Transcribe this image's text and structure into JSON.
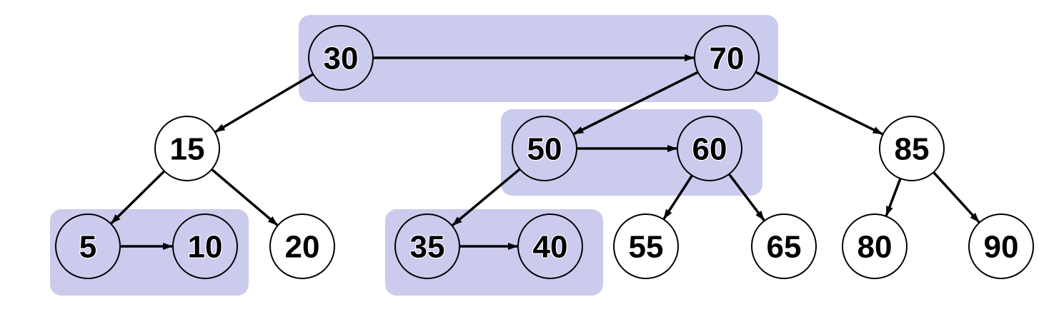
{
  "colors": {
    "group_fill": "#cbcbee",
    "node_fill_plain": "#ffffff",
    "node_fill_grouped": "#cbcbee",
    "edge": "#000000"
  },
  "nodes": [
    {
      "id": "n30",
      "label": "30",
      "grouped": true
    },
    {
      "id": "n70",
      "label": "70",
      "grouped": true
    },
    {
      "id": "n15",
      "label": "15",
      "grouped": false
    },
    {
      "id": "n50",
      "label": "50",
      "grouped": true
    },
    {
      "id": "n60",
      "label": "60",
      "grouped": true
    },
    {
      "id": "n85",
      "label": "85",
      "grouped": false
    },
    {
      "id": "n5",
      "label": "5",
      "grouped": true
    },
    {
      "id": "n10",
      "label": "10",
      "grouped": true
    },
    {
      "id": "n20",
      "label": "20",
      "grouped": false
    },
    {
      "id": "n35",
      "label": "35",
      "grouped": true
    },
    {
      "id": "n40",
      "label": "40",
      "grouped": true
    },
    {
      "id": "n55",
      "label": "55",
      "grouped": false
    },
    {
      "id": "n65",
      "label": "65",
      "grouped": false
    },
    {
      "id": "n80",
      "label": "80",
      "grouped": false
    },
    {
      "id": "n90",
      "label": "90",
      "grouped": false
    }
  ],
  "edges": [
    {
      "from": "n30",
      "to": "n70"
    },
    {
      "from": "n30",
      "to": "n15"
    },
    {
      "from": "n70",
      "to": "n50"
    },
    {
      "from": "n70",
      "to": "n85"
    },
    {
      "from": "n15",
      "to": "n5"
    },
    {
      "from": "n15",
      "to": "n20"
    },
    {
      "from": "n5",
      "to": "n10"
    },
    {
      "from": "n50",
      "to": "n60"
    },
    {
      "from": "n50",
      "to": "n35"
    },
    {
      "from": "n35",
      "to": "n40"
    },
    {
      "from": "n60",
      "to": "n55"
    },
    {
      "from": "n60",
      "to": "n65"
    },
    {
      "from": "n85",
      "to": "n80"
    },
    {
      "from": "n85",
      "to": "n90"
    }
  ],
  "groups": [
    {
      "id": "g30-70",
      "members": [
        "n30",
        "n70"
      ]
    },
    {
      "id": "g50-60",
      "members": [
        "n50",
        "n60"
      ]
    },
    {
      "id": "g5-10",
      "members": [
        "n5",
        "n10"
      ]
    },
    {
      "id": "g35-40",
      "members": [
        "n35",
        "n40"
      ]
    }
  ]
}
